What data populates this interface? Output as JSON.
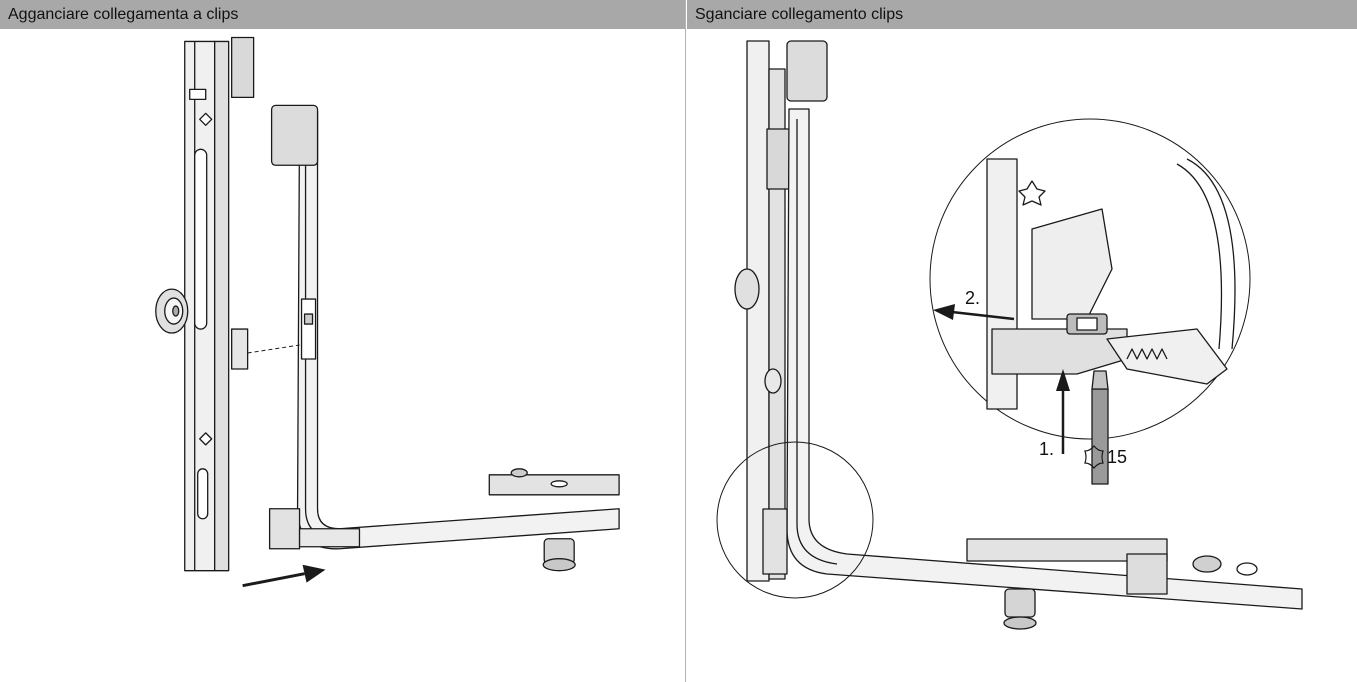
{
  "panels": {
    "left": {
      "title": "Agganciare collegamenta a clips"
    },
    "right": {
      "title": "Sganciare collegamento clips",
      "labels": {
        "step1": "1.",
        "step2": "2.",
        "tool_size": "15"
      }
    }
  },
  "icons": {
    "tool": "torx-star-icon"
  },
  "colors": {
    "header_bg": "#a8a8a8",
    "line": "#1a1a1a",
    "part_fill": "#eaeaea",
    "divider": "#b3b3b3"
  }
}
